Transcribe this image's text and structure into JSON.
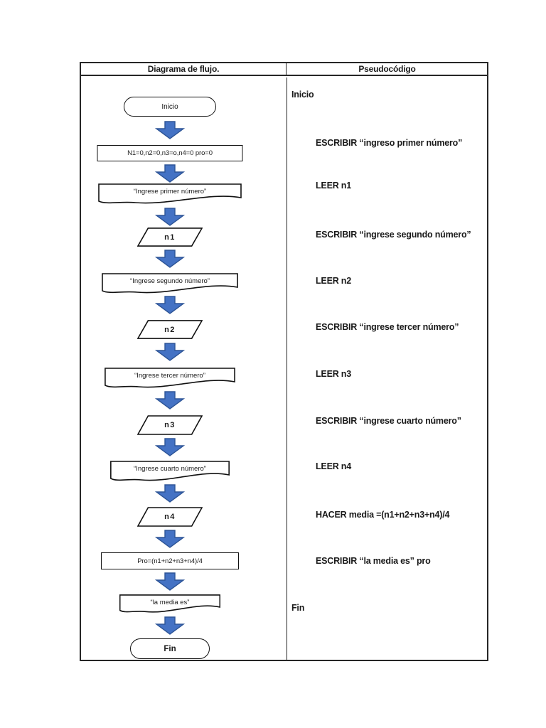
{
  "header": {
    "left": "Diagrama de flujo.",
    "right": "Pseudocódigo"
  },
  "colors": {
    "arrow_fill": "#4472C4",
    "arrow_stroke": "#2E5597",
    "shape_border": "#111111",
    "table_border": "#262626"
  },
  "flowchart": {
    "nodes": [
      {
        "type": "terminator",
        "label": "Inicio"
      },
      {
        "type": "process",
        "label": "N1=0,n2=0,n3=o,n4=0 pro=0"
      },
      {
        "type": "document",
        "label": "“Ingrese primer número”"
      },
      {
        "type": "io",
        "label": "n1"
      },
      {
        "type": "document",
        "label": "“Ingrese segundo número”"
      },
      {
        "type": "io",
        "label": "n2"
      },
      {
        "type": "document",
        "label": "“Ingrese tercer número”"
      },
      {
        "type": "io",
        "label": "n3"
      },
      {
        "type": "document",
        "label": "“Ingrese cuarto número”"
      },
      {
        "type": "io",
        "label": "n4"
      },
      {
        "type": "process",
        "label": "Pro=(n1+n2+n3+n4)/4"
      },
      {
        "type": "document",
        "label": "“la media es”"
      },
      {
        "type": "terminator",
        "label": "Fin"
      }
    ]
  },
  "pseudocode": {
    "lines": [
      {
        "text": "Inicio",
        "indent": 0
      },
      {
        "text": "ESCRIBIR “ingreso primer número”",
        "indent": 1
      },
      {
        "text": "LEER n1",
        "indent": 1
      },
      {
        "text": "ESCRIBIR “ingrese segundo número”",
        "indent": 1
      },
      {
        "text": "LEER n2",
        "indent": 1
      },
      {
        "text": "ESCRIBIR “ingrese tercer número”",
        "indent": 1
      },
      {
        "text": "LEER n3",
        "indent": 1
      },
      {
        "text": "ESCRIBIR “ingrese cuarto número”",
        "indent": 1
      },
      {
        "text": "LEER n4",
        "indent": 1
      },
      {
        "text": "HACER media =(n1+n2+n3+n4)/4",
        "indent": 1
      },
      {
        "text": "ESCRIBIR “la media es” pro",
        "indent": 1
      },
      {
        "text": "Fin",
        "indent": 0
      }
    ]
  }
}
